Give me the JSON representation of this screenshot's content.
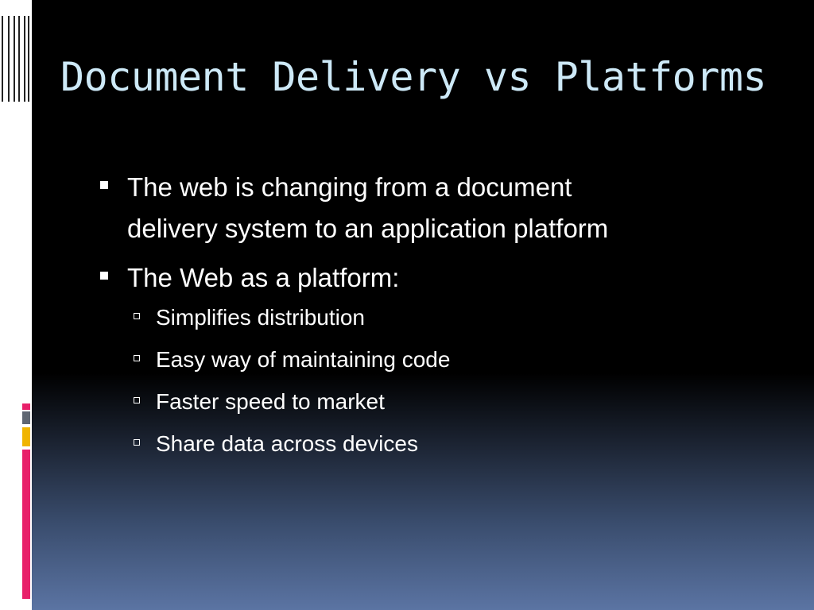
{
  "slide": {
    "title": "Document Delivery vs Platforms",
    "bullets": [
      {
        "text_line1": "The web is changing from a document",
        "text_line2": "delivery system to an application platform"
      },
      {
        "text": "The Web as a platform:",
        "sub_bullets": [
          "Simplifies distribution",
          "Easy way of maintaining code",
          "Faster speed to market",
          "Share data across devices"
        ]
      }
    ]
  },
  "colors": {
    "title": "#cde9f7",
    "background_top": "#000000",
    "background_bottom": "#5b74a3",
    "accent_pink": "#e8206a",
    "accent_yellow": "#f0b400",
    "accent_grey": "#5f6672"
  }
}
